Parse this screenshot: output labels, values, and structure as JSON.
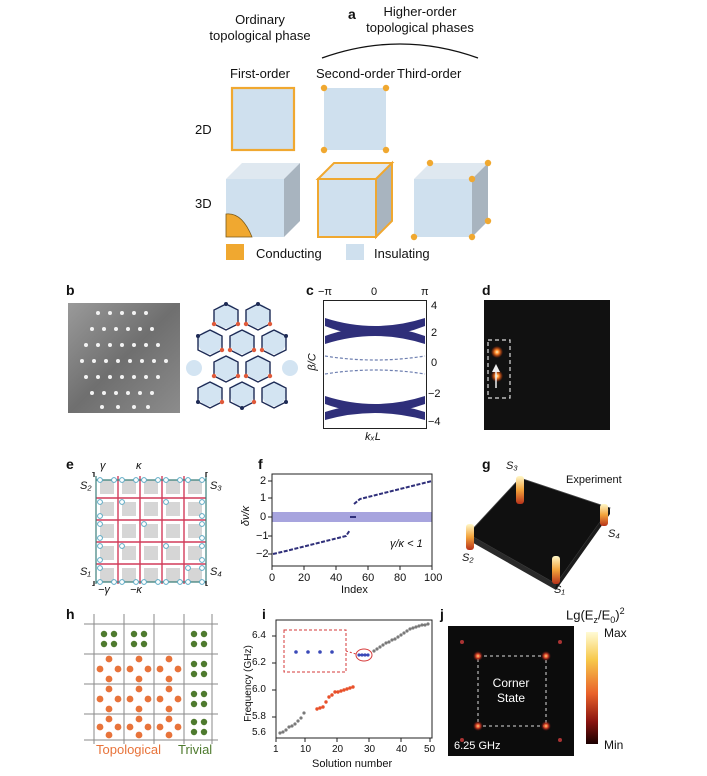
{
  "panels": {
    "a": "a",
    "b": "b",
    "c": "c",
    "d": "d",
    "e": "e",
    "f": "f",
    "g": "g",
    "h": "h",
    "i": "i",
    "j": "j"
  },
  "panel_a": {
    "ordinary_line1": "Ordinary",
    "ordinary_line2": "topological phase",
    "higher_line1": "Higher-order",
    "higher_line2": "topological phases",
    "col_first": "First-order",
    "col_second": "Second-order",
    "col_third": "Third-order",
    "row_2d": "2D",
    "row_3d": "3D",
    "legend_conducting": "Conducting",
    "legend_insulating": "Insulating",
    "colors": {
      "conducting": "#f0a830",
      "insulating": "#cfe0ee",
      "side": "#a8b4bf",
      "top": "#dfe8f0"
    }
  },
  "panel_c": {
    "top_ticks": [
      "−π",
      "0",
      "π"
    ],
    "y_ticks": [
      "4",
      "2",
      "0",
      "−2",
      "−4"
    ],
    "ylabel": "β/C",
    "xlabel": "kₓL"
  },
  "panel_e": {
    "gamma": "γ",
    "kappa": "κ",
    "neg_gamma": "−γ",
    "neg_kappa": "−κ",
    "s1": "S₁",
    "s2": "S₂",
    "s3": "S₃",
    "s4": "S₄"
  },
  "panel_f": {
    "ylabel": "δν/κ",
    "xlabel": "Index",
    "y_ticks": [
      "2",
      "1",
      "0",
      "−1",
      "−2"
    ],
    "x_ticks": [
      "0",
      "20",
      "40",
      "60",
      "80",
      "100"
    ],
    "annotation": "γ/κ < 1"
  },
  "panel_g": {
    "experiment": "Experiment",
    "s1": "S₁",
    "s2": "S₂",
    "s3": "S₃",
    "s4": "S₄"
  },
  "panel_h": {
    "topological": "Topological",
    "trivial": "Trivial",
    "colors": {
      "topological": "#e8733a",
      "trivial": "#4e7a2e"
    }
  },
  "panel_i": {
    "ylabel": "Frequency (GHz)",
    "xlabel": "Solution number",
    "y_ticks": [
      "6.4",
      "6.2",
      "6.0",
      "5.8",
      "5.6"
    ],
    "x_ticks": [
      "1",
      "10",
      "20",
      "30",
      "40",
      "50"
    ]
  },
  "panel_j": {
    "colorbar_title": "Lg(E",
    "colorbar_title_sub": "z",
    "colorbar_title_mid": "/E",
    "colorbar_title_sub2": "0",
    "colorbar_title_end": ")",
    "colorbar_title_sup": "2",
    "max": "Max",
    "min": "Min",
    "corner_line1": "Corner",
    "corner_line2": "State",
    "frequency": "6.25 GHz"
  }
}
